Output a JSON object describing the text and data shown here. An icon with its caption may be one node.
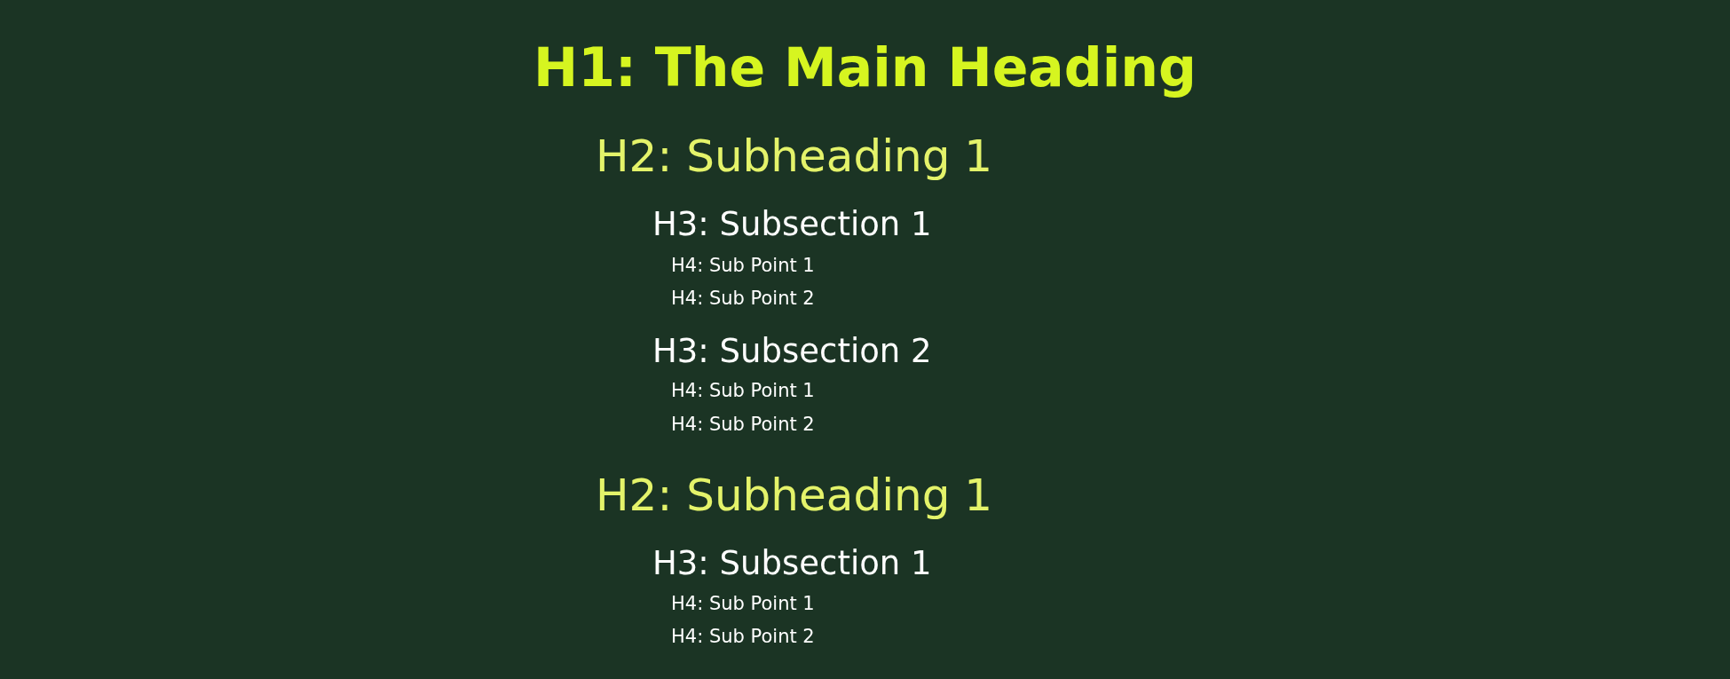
{
  "diagram": {
    "labels": [
      "H1: The Main Heading",
      "H2: Subheading 1",
      "H3: Subsection 1",
      "H4: Sub Point 1",
      "H4: Sub Point 2",
      "H3: Subsection 2",
      "H4: Sub Point 1",
      "H4: Sub Point 2",
      "H2: Subheading 1",
      "H3: Subsection 1",
      "H4: Sub Point 1",
      "H4: Sub Point 2"
    ]
  }
}
